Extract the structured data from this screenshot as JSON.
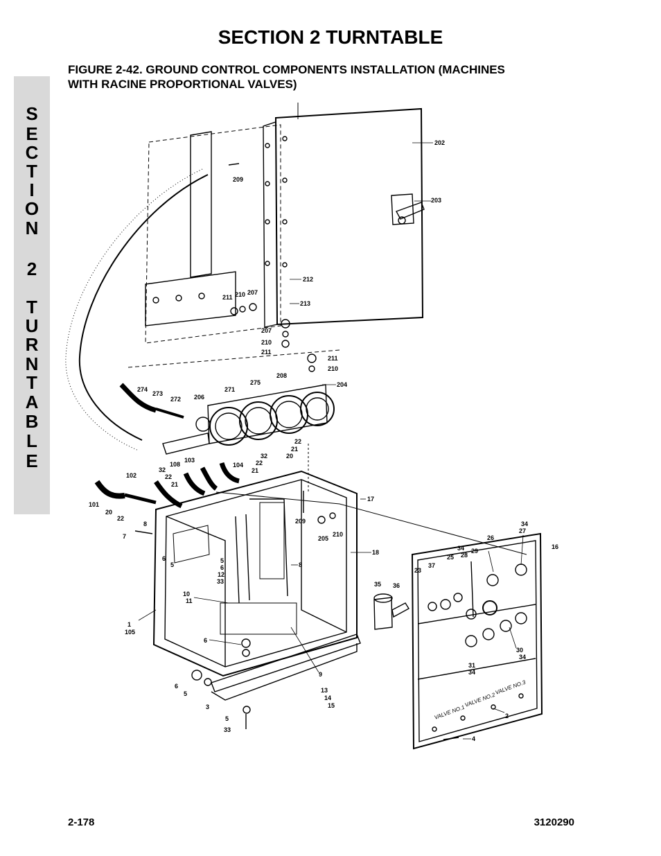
{
  "header": {
    "section_title": "SECTION 2  TURNTABLE"
  },
  "figure": {
    "caption_line1": "FIGURE 2-42.  GROUND CONTROL COMPONENTS INSTALLATION (MACHINES",
    "caption_line2": "WITH RACINE PROPORTIONAL VALVES)",
    "callouts": [
      "202",
      "203",
      "209",
      "212",
      "213",
      "211",
      "210",
      "207",
      "207",
      "210",
      "211",
      "211",
      "210",
      "204",
      "208",
      "275",
      "271",
      "206",
      "274",
      "273",
      "272",
      "22",
      "21",
      "20",
      "32",
      "22",
      "21",
      "104",
      "103",
      "108",
      "32",
      "22",
      "21",
      "102",
      "101",
      "20",
      "22",
      "8",
      "7",
      "17",
      "209",
      "205",
      "210",
      "18",
      "6",
      "5",
      "5",
      "6",
      "12",
      "33",
      "8",
      "10",
      "11",
      "1",
      "105",
      "6",
      "6",
      "5",
      "3",
      "5",
      "33",
      "9",
      "13",
      "14",
      "15",
      "34",
      "27",
      "26",
      "16",
      "29",
      "37",
      "25",
      "34",
      "28",
      "23",
      "35",
      "36",
      "30",
      "34",
      "31",
      "34",
      "2",
      "4"
    ],
    "plate_labels": [
      "VALVE NO.1",
      "VALVE NO.2",
      "VALVE NO.3"
    ]
  },
  "side_tab": {
    "letters": [
      "S",
      "E",
      "C",
      "T",
      "I",
      "O",
      "N",
      "2",
      "T",
      "U",
      "R",
      "N",
      "T",
      "A",
      "B",
      "L",
      "E"
    ]
  },
  "footer": {
    "page_number": "2-178",
    "doc_number": "3120290"
  }
}
